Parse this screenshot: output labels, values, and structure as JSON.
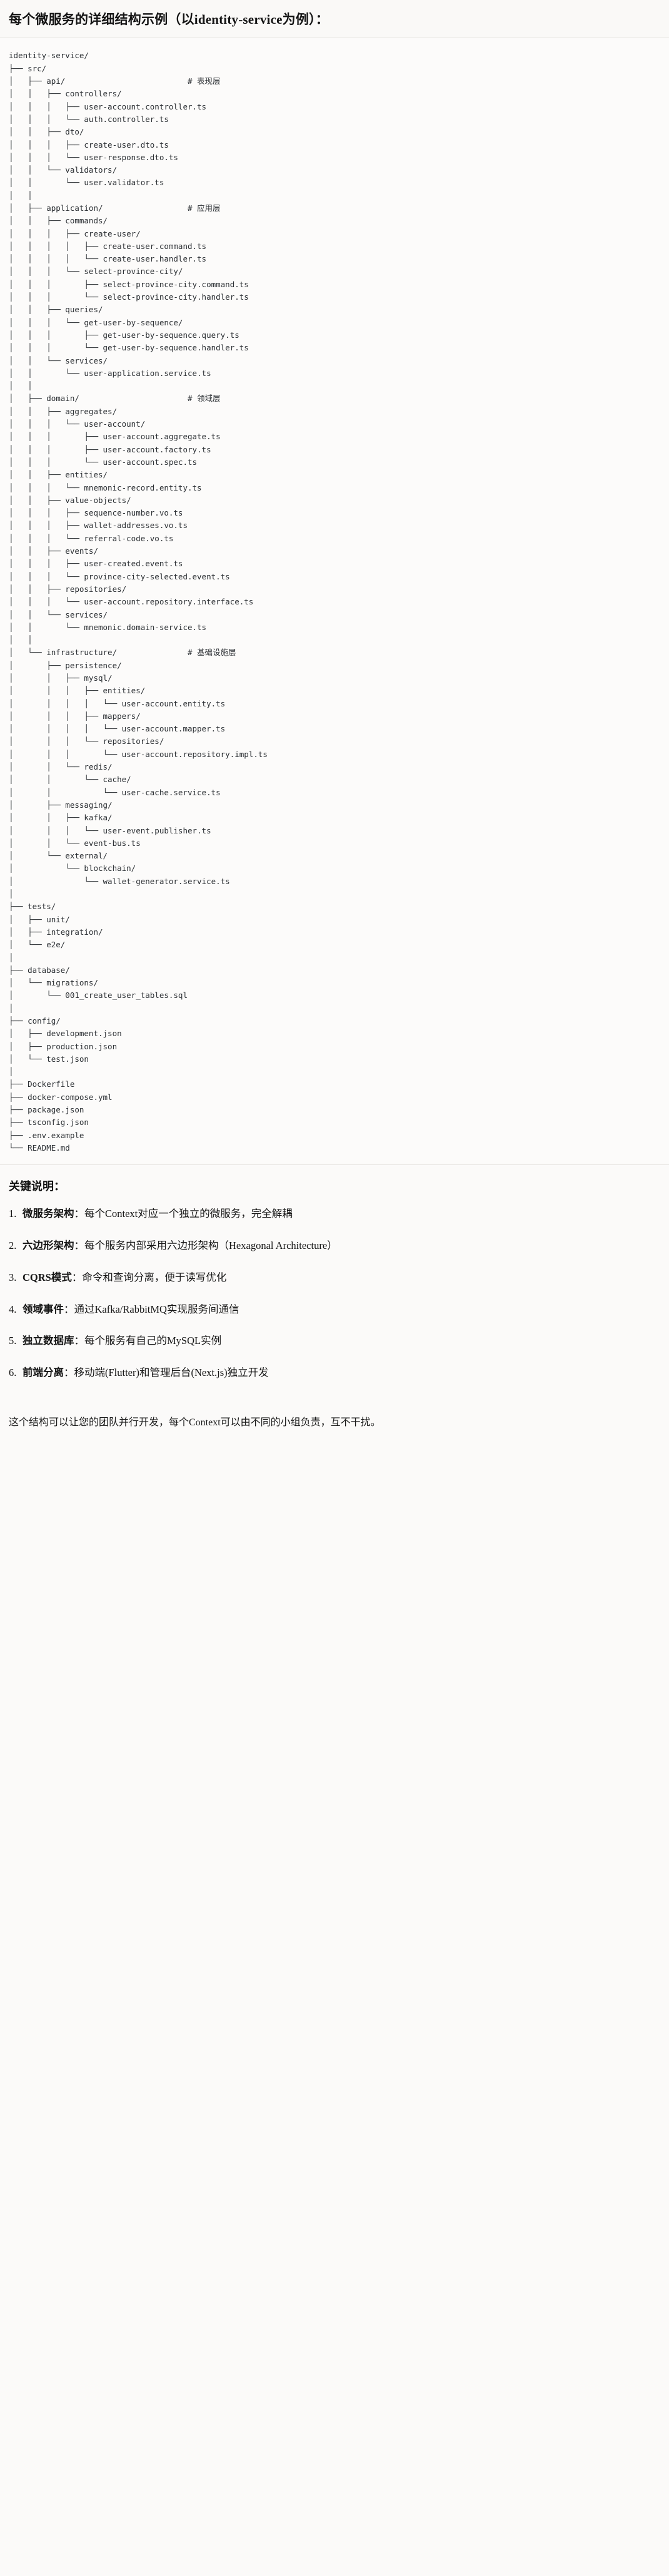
{
  "header": {
    "title": "每个微服务的详细结构示例（以identity-service为例）："
  },
  "tree": {
    "root_label": "identity-service/",
    "text": "identity-service/\n├── src/\n│   ├── api/                          # 表现层\n│   │   ├── controllers/\n│   │   │   ├── user-account.controller.ts\n│   │   │   └── auth.controller.ts\n│   │   ├── dto/\n│   │   │   ├── create-user.dto.ts\n│   │   │   └── user-response.dto.ts\n│   │   └── validators/\n│   │       └── user.validator.ts\n│   │\n│   ├── application/                  # 应用层\n│   │   ├── commands/\n│   │   │   ├── create-user/\n│   │   │   │   ├── create-user.command.ts\n│   │   │   │   └── create-user.handler.ts\n│   │   │   └── select-province-city/\n│   │   │       ├── select-province-city.command.ts\n│   │   │       └── select-province-city.handler.ts\n│   │   ├── queries/\n│   │   │   └── get-user-by-sequence/\n│   │   │       ├── get-user-by-sequence.query.ts\n│   │   │       └── get-user-by-sequence.handler.ts\n│   │   └── services/\n│   │       └── user-application.service.ts\n│   │\n│   ├── domain/                       # 领域层\n│   │   ├── aggregates/\n│   │   │   └── user-account/\n│   │   │       ├── user-account.aggregate.ts\n│   │   │       ├── user-account.factory.ts\n│   │   │       └── user-account.spec.ts\n│   │   ├── entities/\n│   │   │   └── mnemonic-record.entity.ts\n│   │   ├── value-objects/\n│   │   │   ├── sequence-number.vo.ts\n│   │   │   ├── wallet-addresses.vo.ts\n│   │   │   └── referral-code.vo.ts\n│   │   ├── events/\n│   │   │   ├── user-created.event.ts\n│   │   │   └── province-city-selected.event.ts\n│   │   ├── repositories/\n│   │   │   └── user-account.repository.interface.ts\n│   │   └── services/\n│   │       └── mnemonic.domain-service.ts\n│   │\n│   └── infrastructure/               # 基础设施层\n│       ├── persistence/\n│       │   ├── mysql/\n│       │   │   ├── entities/\n│       │   │   │   └── user-account.entity.ts\n│       │   │   ├── mappers/\n│       │   │   │   └── user-account.mapper.ts\n│       │   │   └── repositories/\n│       │   │       └── user-account.repository.impl.ts\n│       │   └── redis/\n│       │       └── cache/\n│       │           └── user-cache.service.ts\n│       ├── messaging/\n│       │   ├── kafka/\n│       │   │   └── user-event.publisher.ts\n│       │   └── event-bus.ts\n│       └── external/\n│           └── blockchain/\n│               └── wallet-generator.service.ts\n│\n├── tests/\n│   ├── unit/\n│   ├── integration/\n│   └── e2e/\n│\n├── database/\n│   └── migrations/\n│       └── 001_create_user_tables.sql\n│\n├── config/\n│   ├── development.json\n│   ├── production.json\n│   └── test.json\n│\n├── Dockerfile\n├── docker-compose.yml\n├── package.json\n├── tsconfig.json\n├── .env.example\n└── README.md",
    "layer_comments": [
      "# 表现层",
      "# 应用层",
      "# 领域层",
      "# 基础设施层"
    ]
  },
  "keys": {
    "title": "关键说明：",
    "items": [
      {
        "num": "1.",
        "term": "微服务架构",
        "sep": "：",
        "desc": "每个Context对应一个独立的微服务，完全解耦"
      },
      {
        "num": "2.",
        "term": "六边形架构",
        "sep": "：",
        "desc": "每个服务内部采用六边形架构（Hexagonal Architecture）"
      },
      {
        "num": "3.",
        "term": "CQRS模式",
        "sep": "：",
        "desc": "命令和查询分离，便于读写优化"
      },
      {
        "num": "4.",
        "term": "领域事件",
        "sep": "：",
        "desc": "通过Kafka/RabbitMQ实现服务间通信"
      },
      {
        "num": "5.",
        "term": "独立数据库",
        "sep": "：",
        "desc": "每个服务有自己的MySQL实例"
      },
      {
        "num": "6.",
        "term": "前端分离",
        "sep": "：",
        "desc": "移动端(Flutter)和管理后台(Next.js)独立开发"
      }
    ],
    "closing": "这个结构可以让您的团队并行开发，每个Context可以由不同的小组负责，互不干扰。"
  }
}
